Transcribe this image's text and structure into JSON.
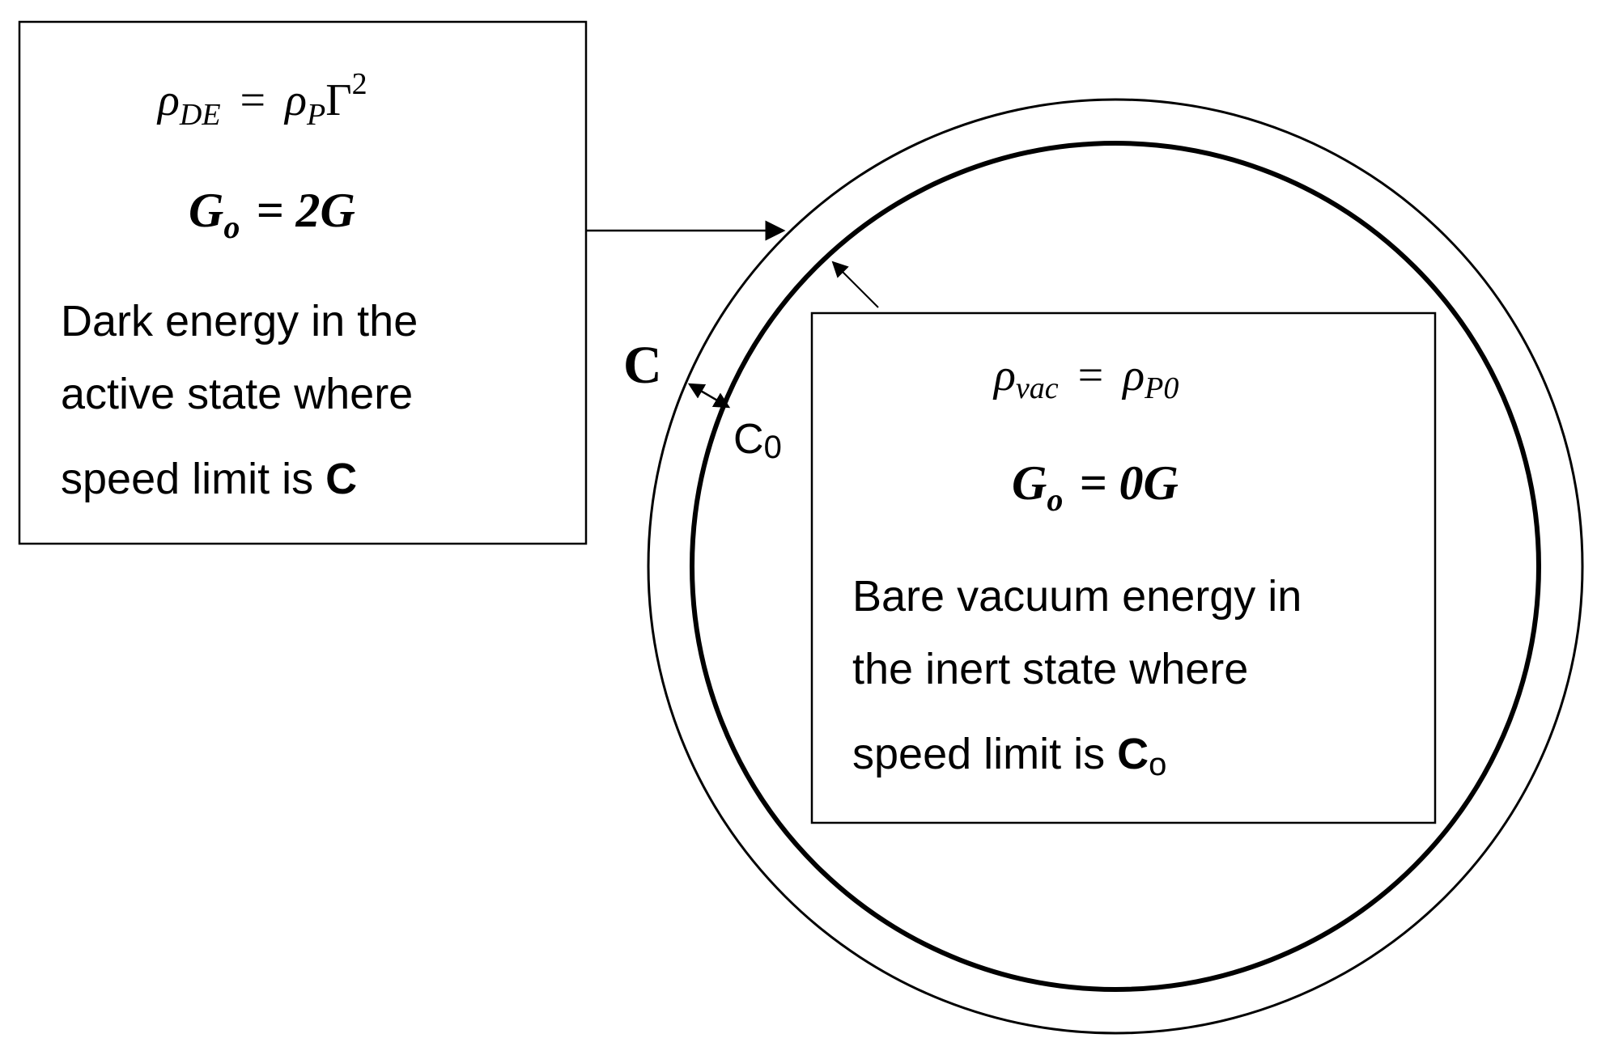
{
  "left_box": {
    "density_eq": {
      "lhs_symbol": "ρ",
      "lhs_sub": "DE",
      "equals": "=",
      "rhs_symbol": "ρ",
      "rhs_sub": "P",
      "gamma": "Γ",
      "gamma_exp": "2"
    },
    "g_eq": {
      "symbol": "G",
      "sub": "o",
      "rhs": "= 2G"
    },
    "description": {
      "line1": "Dark energy in the",
      "line2": "active state where",
      "line3_prefix": "speed limit is ",
      "line3_c": "C"
    }
  },
  "right_box": {
    "density_eq": {
      "lhs_symbol": "ρ",
      "lhs_sub": "vac",
      "equals": "=",
      "rhs_symbol": "ρ",
      "rhs_sub": "P0"
    },
    "g_eq": {
      "symbol": "G",
      "sub": "o",
      "rhs": "= 0G"
    },
    "description": {
      "line1": "Bare vacuum energy in",
      "line2": "the inert state where",
      "line3_prefix": "speed limit is ",
      "line3_c": "C",
      "line3_sub": "o"
    }
  },
  "labels": {
    "outer_c": "C",
    "inner_c": "C",
    "inner_c_sub": "0"
  },
  "colors": {
    "ink": "#000000",
    "background": "#ffffff"
  }
}
